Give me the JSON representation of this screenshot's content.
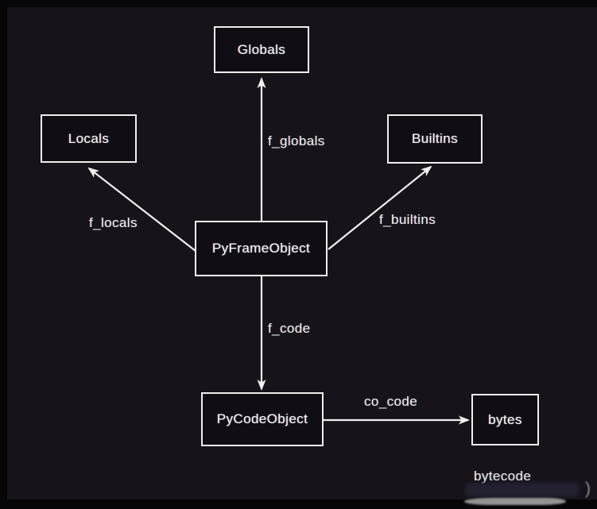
{
  "diagram": {
    "type": "graph",
    "colors": {
      "frame": "#060507",
      "background": "#17131b",
      "box_border": "#efefef",
      "arrow": "#f0f0f0",
      "text": "#f5f5f5",
      "smear": "#949494"
    },
    "nodes": {
      "globals": {
        "label": "Globals"
      },
      "locals": {
        "label": "Locals"
      },
      "builtins": {
        "label": "Builtins"
      },
      "pyframeobject": {
        "label": "PyFrameObject"
      },
      "pycodeobject": {
        "label": "PyCodeObject"
      },
      "bytes": {
        "label": "bytes"
      }
    },
    "edges": {
      "f_globals": {
        "from": "pyframeobject",
        "to": "globals",
        "label": "f_globals"
      },
      "f_locals": {
        "from": "pyframeobject",
        "to": "locals",
        "label": "f_locals"
      },
      "f_builtins": {
        "from": "pyframeobject",
        "to": "builtins",
        "label": "f_builtins"
      },
      "f_code": {
        "from": "pyframeobject",
        "to": "pycodeobject",
        "label": "f_code"
      },
      "co_code": {
        "from": "pycodeobject",
        "to": "bytes",
        "label": "co_code"
      }
    },
    "annotation": {
      "label": "bytecode"
    },
    "watermark_artifact": {
      "glyph": ")"
    }
  }
}
